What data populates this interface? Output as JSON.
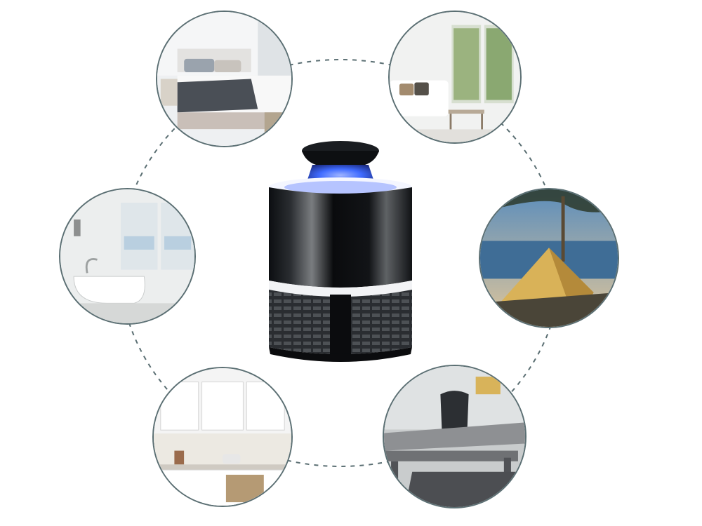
{
  "image": {
    "subject": "mosquito-killer-lamp",
    "scenes": [
      "bedroom",
      "living-room",
      "bathroom",
      "camping-tent",
      "kitchen",
      "office"
    ],
    "colors": {
      "ring": "#5b6f73",
      "device_body": "#111418",
      "device_glow": "#3f6bff",
      "ring_light": "#f4f6ff"
    }
  }
}
